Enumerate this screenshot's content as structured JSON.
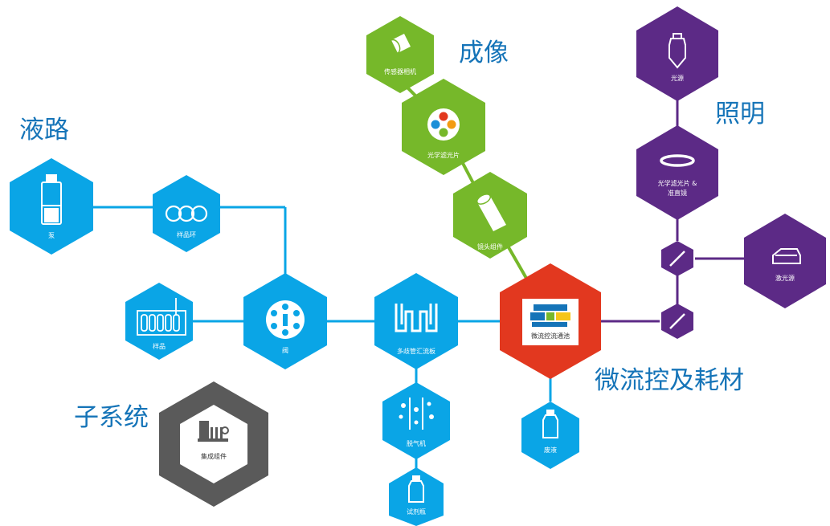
{
  "colors": {
    "blue": "#0aa5e6",
    "green": "#76b82a",
    "purple": "#5c2a86",
    "red": "#e2381f",
    "gray": "#5a5a5a",
    "label_blue": "#1574b8",
    "white": "#ffffff"
  },
  "categories": {
    "fluid": "液路",
    "imaging": "成像",
    "illumination": "照明",
    "microfluidics": "微流控及耗材",
    "subsystem": "子系统"
  },
  "nodes": {
    "pump": "泵",
    "sample_loop": "样品环",
    "sample": "样品",
    "valve": "阀",
    "manifold": "多歧管汇流板",
    "degasser": "脱气机",
    "reagent_bottle": "试剂瓶",
    "sensor_camera": "传感器相机",
    "optical_filter": "光学滤光片",
    "lens_assembly": "镜头组件",
    "microfluidic_chip": "微流控流通池",
    "waste": "废液",
    "light_source": "光源",
    "filter_collimator_line1": "光学滤光片 &",
    "filter_collimator_line2": "准直镜",
    "laser": "激光源",
    "integrated_assembly": "集成组件"
  },
  "icons": {
    "pump": "bottle-icon",
    "sample_loop": "tubing-loop-icon",
    "sample": "sample-rack-icon",
    "valve": "rotary-valve-icon",
    "manifold": "manifold-channels-icon",
    "degasser": "degasser-bubbles-icon",
    "reagent_bottle": "bottle-icon",
    "sensor_camera": "camera-sensor-icon",
    "optical_filter": "color-filter-wheel-icon",
    "lens_assembly": "lens-tube-icon",
    "microfluidic_chip": "chip-icon",
    "waste": "bottle-icon",
    "light_source": "bulb-icon",
    "filter_collimator": "ring-lens-icon",
    "laser": "laser-icon",
    "integrated_assembly": "instrument-icon"
  }
}
